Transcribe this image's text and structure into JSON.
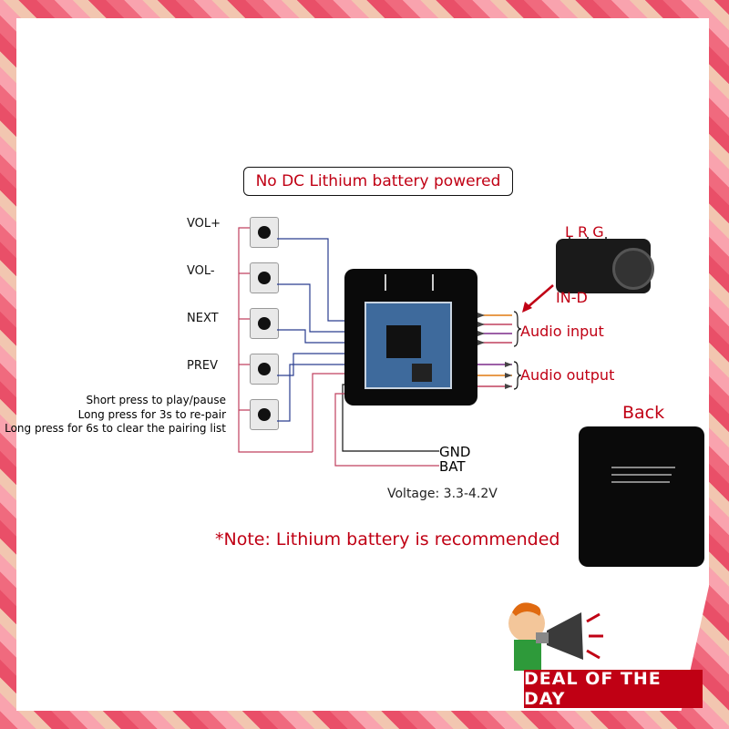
{
  "title": "No DC  Lithium battery powered",
  "buttons": [
    {
      "label": "VOL+"
    },
    {
      "label": "VOL-"
    },
    {
      "label": "NEXT"
    },
    {
      "label": "PREV"
    }
  ],
  "press_notes": [
    "Short press to play/pause",
    "Long press for 3s to re-pair",
    "Long press for 6s to clear the pairing list"
  ],
  "jack": {
    "pins": "L  R  G",
    "in_d": "IN-D"
  },
  "audio_input": "Audio input",
  "audio_output": "Audio output",
  "back": "Back",
  "gnd": "GND",
  "bat": "BAT",
  "voltage": "Voltage: 3.3-4.2V",
  "note": "*Note: Lithium battery is recommended",
  "badge": "DEAL OF THE DAY",
  "colors": {
    "accent_red": "#c00014",
    "wire_blue": "#2a3d8f",
    "wire_pink": "#c0405f",
    "wire_purple": "#7b2a8a",
    "wire_orange": "#e07a10"
  }
}
